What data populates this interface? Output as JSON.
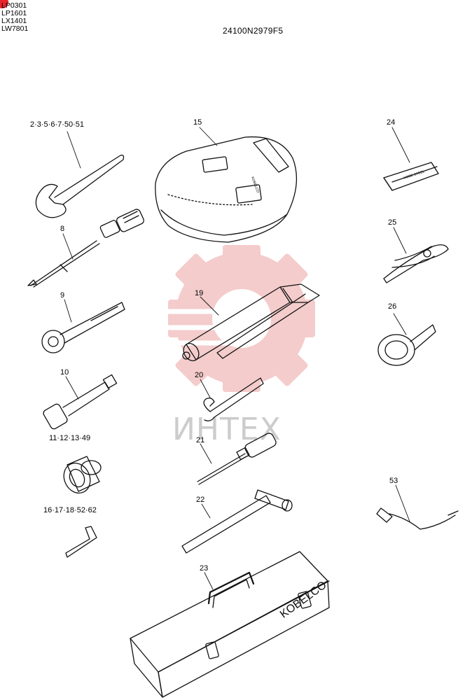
{
  "header": {
    "model_codes": [
      "LP0301",
      "LP1601",
      "LX1401",
      "LW7801"
    ],
    "drawing_number": "24100N2979F5"
  },
  "colors": {
    "marker": "#e8232b",
    "watermark": "#f3c2c2",
    "ink": "#111111"
  },
  "watermark": {
    "text": "ИНТЕХ"
  },
  "parts": [
    {
      "label": "2·3·5·6·7·50·51",
      "icon": "wrench-icon"
    },
    {
      "label": "8",
      "icon": "screwdriver-icon"
    },
    {
      "label": "9",
      "icon": "ratchet-handle-icon"
    },
    {
      "label": "10",
      "icon": "extension-bar-icon"
    },
    {
      "label": "11·12·13·49",
      "icon": "socket-icon"
    },
    {
      "label": "16·17·18·52·62",
      "icon": "hex-key-icon"
    },
    {
      "label": "15",
      "icon": "tool-bag-icon"
    },
    {
      "label": "19",
      "icon": "grease-gun-icon"
    },
    {
      "label": "20",
      "icon": "adjustable-wrench-icon"
    },
    {
      "label": "21",
      "icon": "screwdriver-icon"
    },
    {
      "label": "22",
      "icon": "t-handle-wrench-icon"
    },
    {
      "label": "23",
      "icon": "toolbox-icon"
    },
    {
      "label": "24",
      "icon": "pouch-icon"
    },
    {
      "label": "25",
      "icon": "pliers-icon"
    },
    {
      "label": "26",
      "icon": "filter-wrench-icon"
    },
    {
      "label": "53",
      "icon": "hose-icon"
    }
  ],
  "bag_brand": "KOBELCO",
  "toolbox_brand": "KOBELCO",
  "pouch_text": "KOBE STEEL"
}
